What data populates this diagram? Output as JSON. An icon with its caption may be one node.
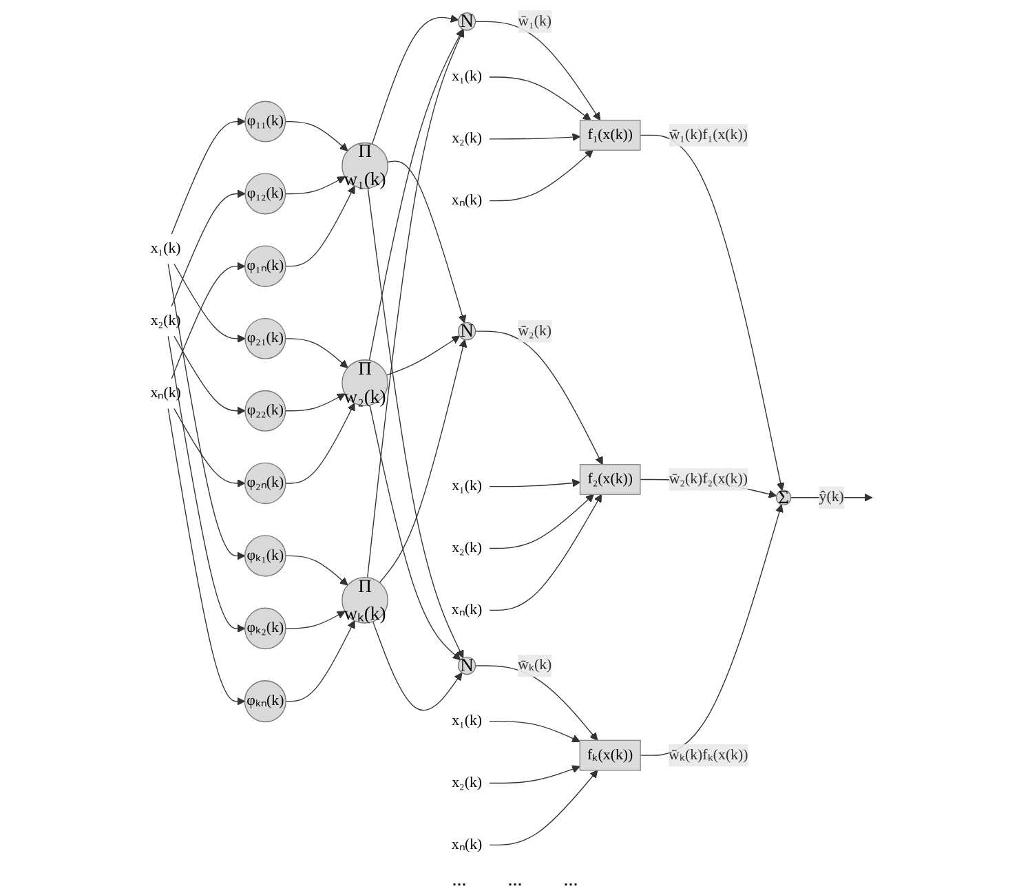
{
  "diagram": {
    "nodes": [
      {
        "text": [
          "x₁(k)"
        ]
      },
      {
        "text": [
          "x₂(k)"
        ]
      },
      {
        "text": [
          "xₙ(k)"
        ]
      },
      {
        "text": [
          "φ₁₁(k)"
        ]
      },
      {
        "text": [
          "φ₂₁(k)"
        ]
      },
      {
        "text": [
          "φₖ₁(k)"
        ]
      },
      {
        "text": [
          "φ₁₂(k)"
        ]
      },
      {
        "text": [
          "φ₂₂(k)"
        ]
      },
      {
        "text": [
          "φₖ₂(k)"
        ]
      },
      {
        "text": [
          "φ₁ₙ(k)"
        ]
      },
      {
        "text": [
          "φ₂ₙ(k)"
        ]
      },
      {
        "text": [
          "φₖₙ(k)"
        ]
      },
      {
        "text": [
          "Π",
          "w₁(k)"
        ]
      },
      {
        "text": [
          "Π",
          "w₂(k)"
        ]
      },
      {
        "text": [
          "Π",
          "wₖ(k)"
        ]
      },
      {
        "text": [
          "N"
        ]
      },
      {
        "text": [
          "N"
        ]
      },
      {
        "text": [
          "N"
        ]
      },
      {
        "text": [
          "x₁(k)"
        ]
      },
      {
        "text": [
          "x₂(k)"
        ]
      },
      {
        "text": [
          "xₙ(k)"
        ]
      },
      {
        "text": [
          "f₁(x(k))"
        ]
      },
      {
        "text": [
          "x₁(k)"
        ]
      },
      {
        "text": [
          "x₂(k)"
        ]
      },
      {
        "text": [
          "xₙ(k)"
        ]
      },
      {
        "text": [
          "f₂(x(k))"
        ]
      },
      {
        "text": [
          "x₁(k)"
        ]
      },
      {
        "text": [
          "x₂(k)"
        ]
      },
      {
        "text": [
          "xₙ(k)"
        ]
      },
      {
        "text": [
          "fₖ(x(k))"
        ]
      },
      {
        "text": [
          "Σ"
        ]
      }
    ],
    "edges": [
      {
        "from": 0,
        "to": 3,
        "arrow": "to"
      },
      {
        "from": 0,
        "to": 4,
        "arrow": "to"
      },
      {
        "from": 0,
        "to": 5,
        "arrow": "to"
      },
      {
        "from": 1,
        "to": 6,
        "arrow": "to"
      },
      {
        "from": 1,
        "to": 7,
        "arrow": "to"
      },
      {
        "from": 1,
        "to": 8,
        "arrow": "to"
      },
      {
        "from": 2,
        "to": 9,
        "arrow": "to"
      },
      {
        "from": 2,
        "to": 10,
        "arrow": "to"
      },
      {
        "from": 2,
        "to": 11,
        "arrow": "to"
      },
      {
        "from": 3,
        "to": 12,
        "arrow": "to"
      },
      {
        "from": 4,
        "to": 13,
        "arrow": "to"
      },
      {
        "from": 5,
        "to": 14,
        "arrow": "to"
      },
      {
        "from": 6,
        "to": 12,
        "arrow": "to"
      },
      {
        "from": 7,
        "to": 13,
        "arrow": "to"
      },
      {
        "from": 8,
        "to": 14,
        "arrow": "to"
      },
      {
        "from": 9,
        "to": 12,
        "arrow": "to"
      },
      {
        "from": 10,
        "to": 13,
        "arrow": "to"
      },
      {
        "from": 11,
        "to": 14,
        "arrow": "to"
      },
      {
        "from": 12,
        "to": 15,
        "arrow": "to"
      },
      {
        "from": 12,
        "to": 16,
        "arrow": "to"
      },
      {
        "from": 12,
        "to": 17,
        "arrow": "to"
      },
      {
        "from": 13,
        "to": 15,
        "arrow": "to"
      },
      {
        "from": 13,
        "to": 16,
        "arrow": "to"
      },
      {
        "from": 13,
        "to": 17,
        "arrow": "to"
      },
      {
        "from": 14,
        "to": 15,
        "arrow": "to"
      },
      {
        "from": 14,
        "to": 16,
        "arrow": "to"
      },
      {
        "from": 14,
        "to": 17,
        "arrow": "to"
      },
      {
        "from": 15,
        "to": 21,
        "arrow": "to",
        "label": "w̄₁(k)"
      },
      {
        "from": 16,
        "to": 25,
        "arrow": "to",
        "label": "w̄₂(k)"
      },
      {
        "from": 17,
        "to": 29,
        "arrow": "to",
        "label": "w̄ₖ(k)"
      },
      {
        "from": 18,
        "to": 21,
        "arrow": "to"
      },
      {
        "from": 19,
        "to": 21,
        "arrow": "to"
      },
      {
        "from": 20,
        "to": 21,
        "arrow": "to"
      },
      {
        "from": 22,
        "to": 25,
        "arrow": "to"
      },
      {
        "from": 23,
        "to": 25,
        "arrow": "to"
      },
      {
        "from": 24,
        "to": 25,
        "arrow": "to"
      },
      {
        "from": 26,
        "to": 29,
        "arrow": "to"
      },
      {
        "from": 27,
        "to": 29,
        "arrow": "to"
      },
      {
        "from": 28,
        "to": 29,
        "arrow": "to"
      },
      {
        "from": 21,
        "to": 30,
        "arrow": "to",
        "label": "w̄₁(k)f₁(x(k))"
      },
      {
        "from": 25,
        "to": 30,
        "arrow": "to",
        "label": "w̄₂(k)f₂(x(k))"
      },
      {
        "from": 29,
        "to": 30,
        "arrow": "to",
        "label": "w̄ₖ(k)fₖ(x(k))"
      },
      {
        "from": 30,
        "to": null,
        "arrow": "to",
        "label": "ŷ(k)"
      }
    ],
    "labels": [
      "...",
      "...",
      "..."
    ]
  }
}
